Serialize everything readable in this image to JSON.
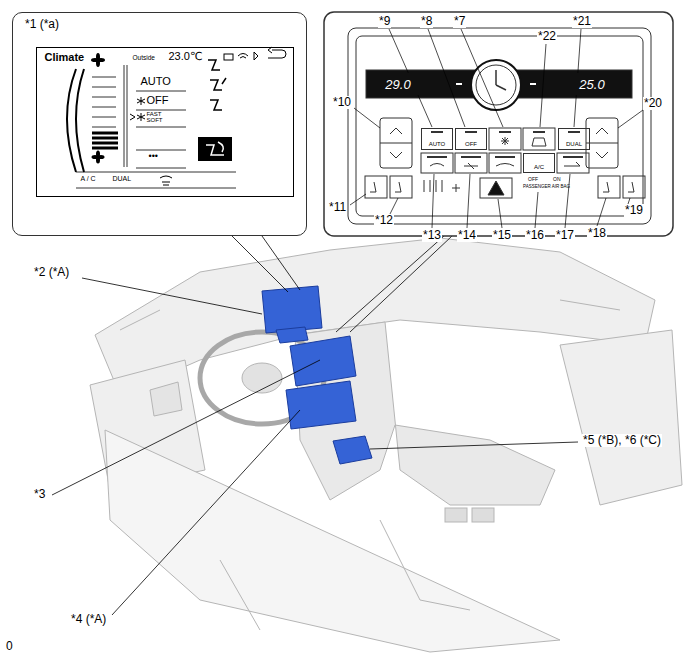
{
  "diagram": {
    "nodes": [
      {
        "text": [
          "*1 (*a)"
        ]
      },
      {
        "text": [
          "Climate",
          "Outside",
          "23.0℃",
          "AUTO",
          "OFF",
          "FAST SOFT",
          "•••",
          "A / C",
          "DUAL"
        ],
        "in": 0
      },
      {
        "text": [
          "29.0"
        ]
      },
      {
        "text": [
          "25.0"
        ]
      },
      {
        "text": [
          "AUTO"
        ]
      },
      {
        "text": [
          "OFF"
        ]
      },
      {
        "text": [
          "DUAL"
        ]
      },
      {
        "text": [
          "A/C"
        ]
      }
    ],
    "labels": [
      "*2 (*A)",
      "*3",
      "*4 (*A)",
      "*5 (*B), *6 (*C)",
      "*9",
      "*8",
      "*7",
      "*22",
      "*21",
      "*10",
      "*20",
      "*11",
      "*12",
      "*13",
      "*14",
      "*15",
      "*16",
      "*17",
      "*18",
      "*19",
      "OFF",
      "ON",
      "PASSENGER AIR BAG",
      "0"
    ]
  }
}
